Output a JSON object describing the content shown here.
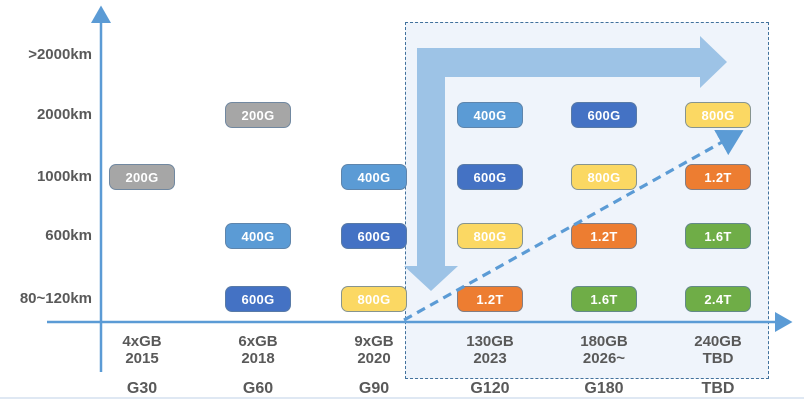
{
  "chart_data": {
    "type": "table",
    "description_axes": {
      "y_rows": [
        ">2000km",
        "2000km",
        "1000km",
        "600km",
        "80~120km"
      ],
      "x_columns": [
        {
          "rate": "4xGB",
          "year": "2015",
          "generation": "G30"
        },
        {
          "rate": "6xGB",
          "year": "2018",
          "generation": "G60"
        },
        {
          "rate": "9xGB",
          "year": "2020",
          "generation": "G90"
        },
        {
          "rate": "130GB",
          "year": "2023",
          "generation": "G120"
        },
        {
          "rate": "180GB",
          "year": "2026~",
          "generation": "G180"
        },
        {
          "rate": "240GB",
          "year": "TBD",
          "generation": "TBD"
        }
      ]
    },
    "cells": [
      {
        "col": 0,
        "row": "1000km",
        "value": "200G",
        "color": "gray"
      },
      {
        "col": 1,
        "row": "2000km",
        "value": "200G",
        "color": "gray"
      },
      {
        "col": 1,
        "row": "600km",
        "value": "400G",
        "color": "lightblue"
      },
      {
        "col": 1,
        "row": "80~120km",
        "value": "600G",
        "color": "blue"
      },
      {
        "col": 2,
        "row": "1000km",
        "value": "400G",
        "color": "lightblue"
      },
      {
        "col": 2,
        "row": "600km",
        "value": "600G",
        "color": "blue"
      },
      {
        "col": 2,
        "row": "80~120km",
        "value": "800G",
        "color": "yellow"
      },
      {
        "col": 3,
        "row": "2000km",
        "value": "400G",
        "color": "lightblue"
      },
      {
        "col": 3,
        "row": "1000km",
        "value": "600G",
        "color": "blue"
      },
      {
        "col": 3,
        "row": "600km",
        "value": "800G",
        "color": "yellow"
      },
      {
        "col": 3,
        "row": "80~120km",
        "value": "1.2T",
        "color": "orange"
      },
      {
        "col": 4,
        "row": "2000km",
        "value": "600G",
        "color": "blue"
      },
      {
        "col": 4,
        "row": "1000km",
        "value": "800G",
        "color": "yellow"
      },
      {
        "col": 4,
        "row": "600km",
        "value": "1.2T",
        "color": "orange"
      },
      {
        "col": 4,
        "row": "80~120km",
        "value": "1.6T",
        "color": "green"
      },
      {
        "col": 5,
        "row": "2000km",
        "value": "800G",
        "color": "yellow"
      },
      {
        "col": 5,
        "row": "1000km",
        "value": "1.2T",
        "color": "orange"
      },
      {
        "col": 5,
        "row": "600km",
        "value": "1.6T",
        "color": "green"
      },
      {
        "col": 5,
        "row": "80~120km",
        "value": "2.4T",
        "color": "green"
      }
    ],
    "colors": {
      "gray": "#A6A6A6",
      "lightblue": "#5B9BD5",
      "blue": "#4472C4",
      "yellow": "#FBD863",
      "orange": "#ED7D31",
      "green": "#6FAD47",
      "axis": "#5B9BD5",
      "elbow_arrow": "#9DC3E6",
      "trend_arrow": "#5B9BD5",
      "box_border": "#41719C",
      "box_fill": "#EFF4FB",
      "label_text": "#595959",
      "badge_text": "#FFFFFF"
    },
    "legend_position": "none",
    "grid": false
  }
}
